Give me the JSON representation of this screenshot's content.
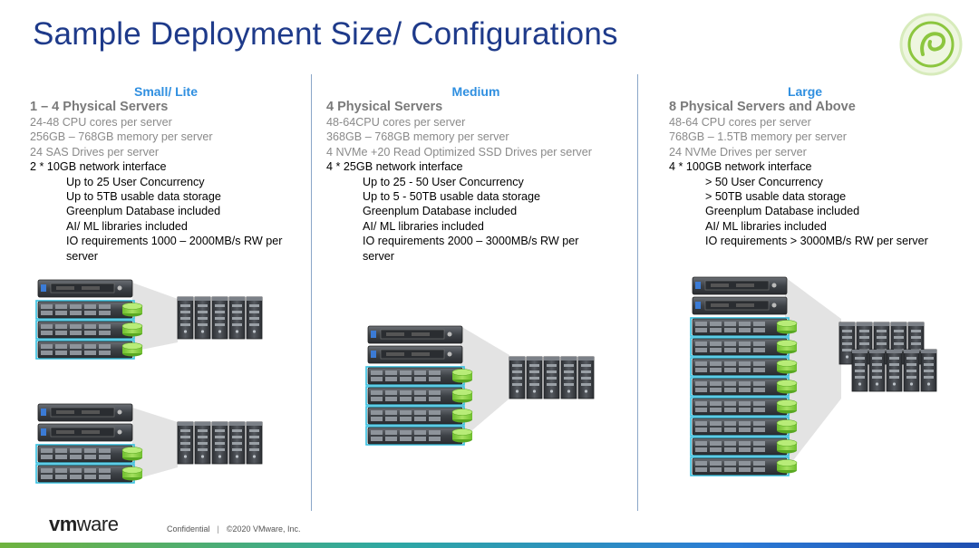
{
  "title": "Sample Deployment Size/ Configurations",
  "columns": [
    {
      "tier": "Small/ Lite",
      "servers": "1 – 4 Physical Servers",
      "specs": [
        "24-48 CPU cores per server",
        "256GB – 768GB memory per server",
        "24 SAS Drives per server"
      ],
      "network": "2 * 10GB network interface",
      "features": [
        "Up to 25 User Concurrency",
        "Up to 5TB usable data storage",
        "Greenplum Database included",
        "AI/ ML libraries included",
        "IO requirements 1000 – 2000MB/s RW per server"
      ]
    },
    {
      "tier": "Medium",
      "servers": "4 Physical Servers",
      "specs": [
        "48-64CPU cores per server",
        "368GB – 768GB memory per server",
        "4 NVMe +20 Read Optimized SSD Drives per server"
      ],
      "network": "4 * 25GB network interface",
      "features": [
        "Up to 25 - 50 User Concurrency",
        "Up to 5 - 50TB usable data storage",
        "Greenplum Database included",
        "AI/ ML libraries included",
        "IO requirements 2000 – 3000MB/s RW per server"
      ]
    },
    {
      "tier": "Large",
      "servers": "8 Physical Servers and Above",
      "specs": [
        "48-64 CPU cores per server",
        "768GB – 1.5TB memory per server",
        "24 NVMe Drives per server"
      ],
      "network": "4 * 100GB network interface",
      "features": [
        "> 50 User Concurrency",
        "> 50TB usable data storage",
        "Greenplum Database included",
        "AI/ ML libraries included",
        "IO requirements > 3000MB/s RW per server"
      ]
    }
  ],
  "footer": {
    "logo_bold": "vm",
    "logo_light": "ware",
    "confidential": "Confidential",
    "copyright": "©2020 VMware, Inc."
  },
  "colors": {
    "title": "#1e3a8a",
    "tier_heading": "#2f8fe0",
    "disk_green": "#8bd34a",
    "accent_logo": "#8cc63f"
  }
}
